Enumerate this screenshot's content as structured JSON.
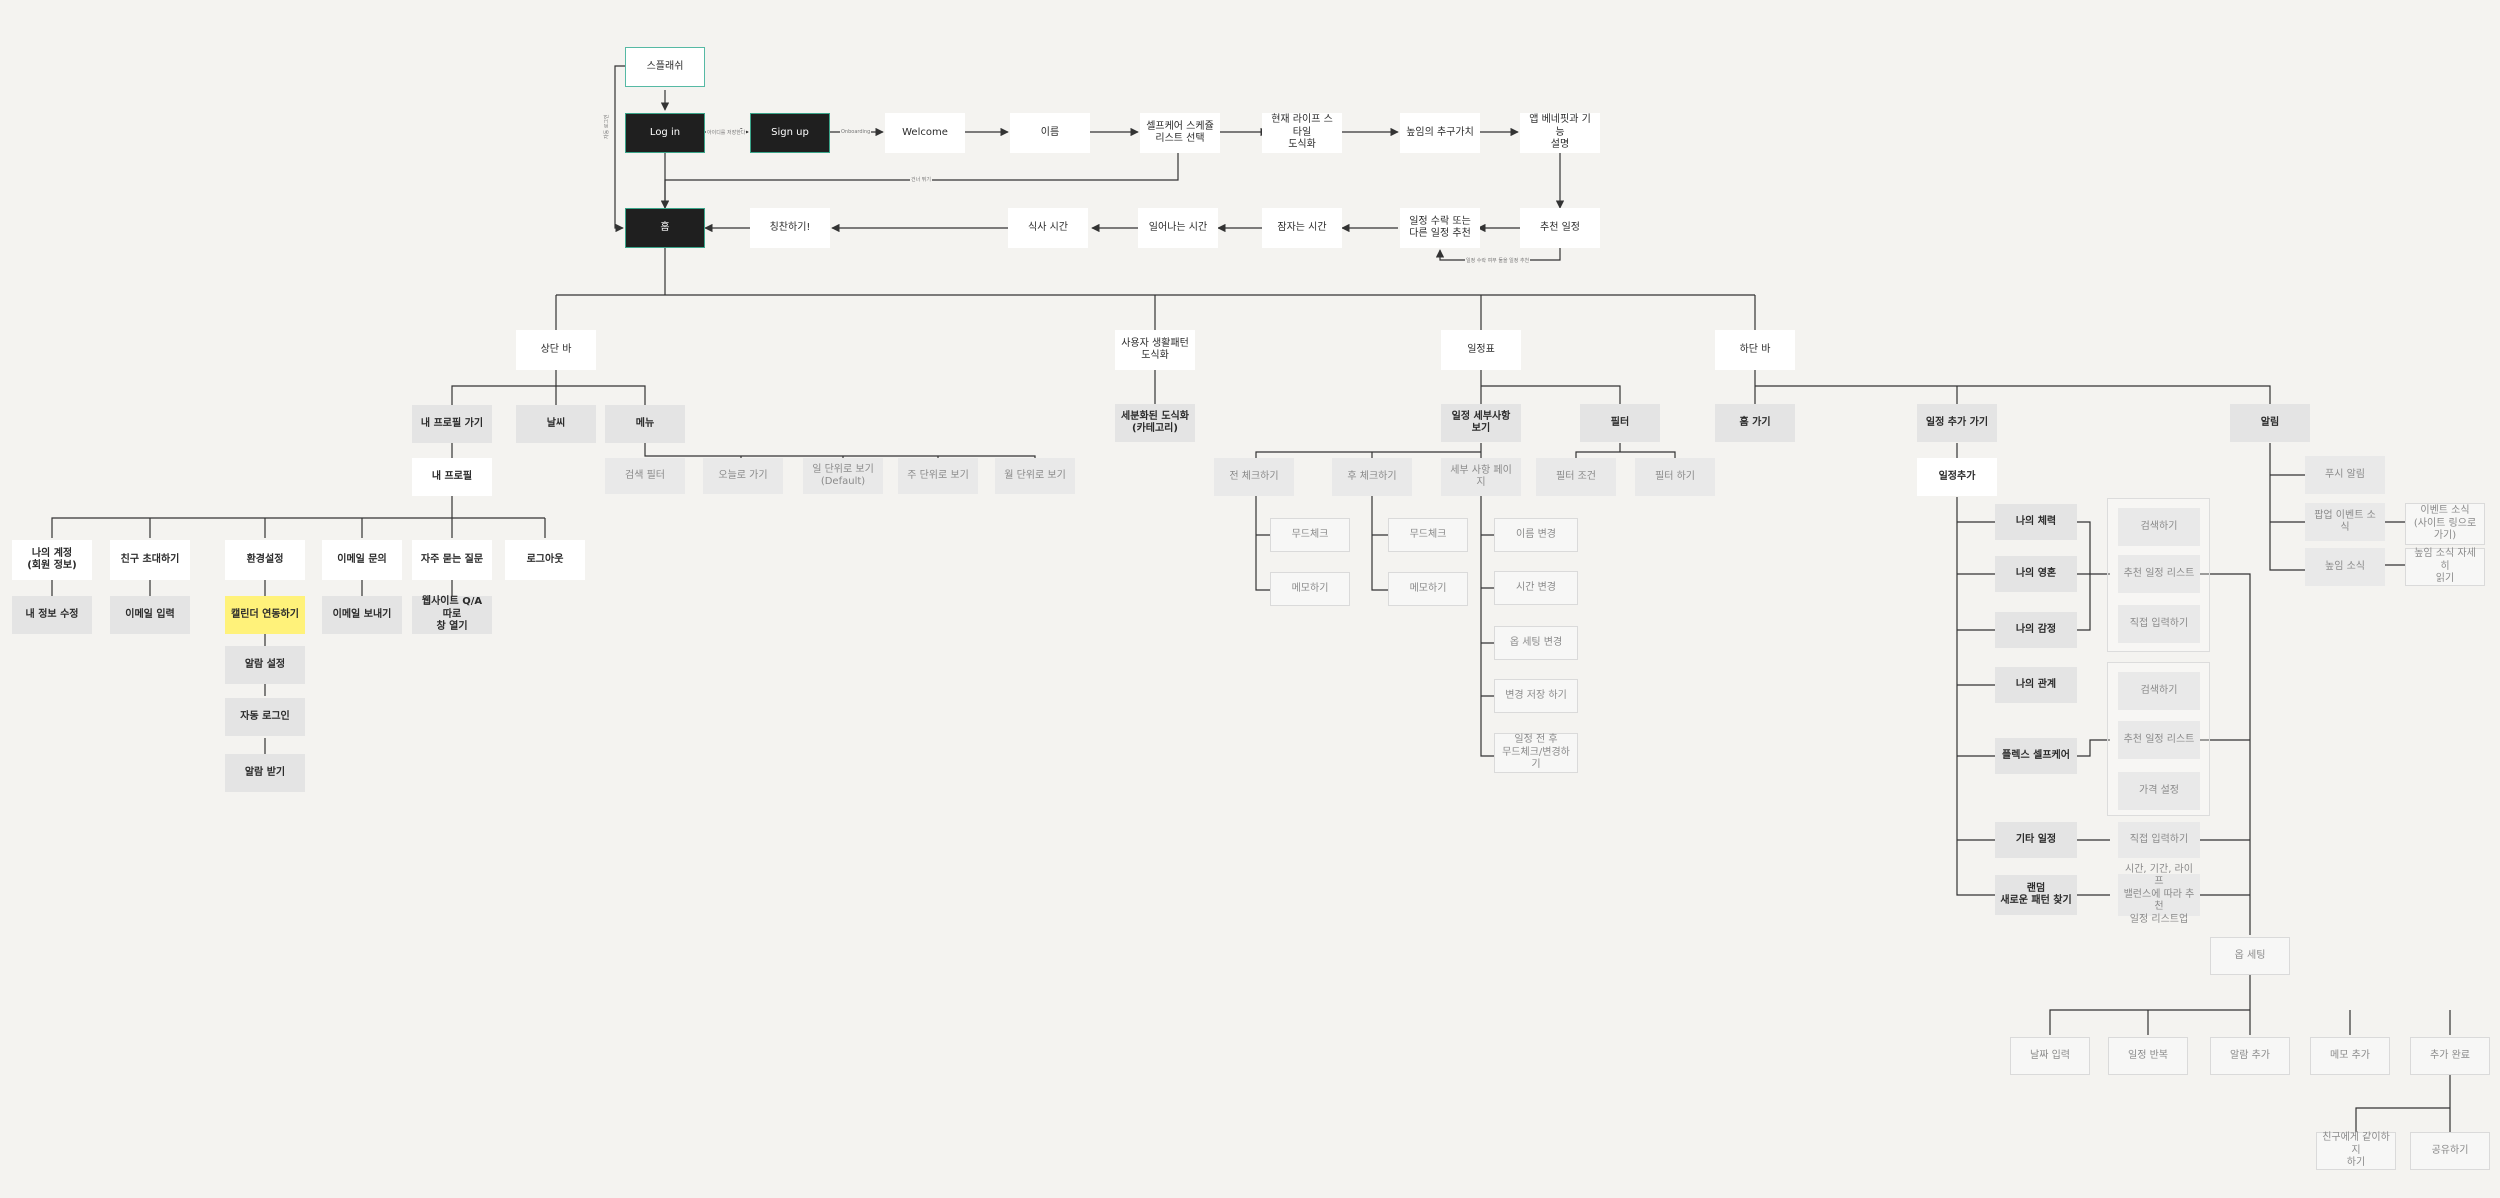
{
  "nodes": {
    "splash": "스플래쉬",
    "login": "Log in",
    "signup": "Sign up",
    "welcome": "Welcome",
    "name": "이름",
    "selfcare_select": "셀프케어 스케쥴\n리스트 선택",
    "lifestyle_viz": "현재 라이프 스타일\n도식화",
    "benefit_value": "높임의 추구가치",
    "app_benefit": "앱 베네핏과 기능\n설명",
    "home": "홈",
    "praise": "칭찬하기!",
    "meal_time": "식사 시간",
    "wake_time": "일어나는 시간",
    "sleep_time": "잠자는 시간",
    "schedule_edit": "일정 수락 또는\n다른 일정 추천",
    "recommend": "추천 일정",
    "top_bar": "상단 바",
    "lifestyle_pattern": "사용자 생활패턴\n도식화",
    "schedule": "일정표",
    "bottom_bar": "하단 바",
    "my_profile_go": "내 프로필 가기",
    "weather": "날씨",
    "menu": "메뉴",
    "detail_viz": "세분화된 도식화\n(카테고리)",
    "schedule_detail": "일정 세부사항 보기",
    "filter": "필터",
    "home_go": "홈 가기",
    "add_schedule_go": "일정 추가 가기",
    "notify": "알림",
    "my_profile": "내 프로필",
    "check_filter": "검색 필터",
    "today_go": "오늘로 가기",
    "week_view": "일 단위로 보기\n(Default)",
    "week_unit": "주 단위로 보기",
    "month_unit": "월 단위로 보기",
    "pre_check": "전 체크하기",
    "post_check": "후 체크하기",
    "detail_page": "세부 사항 페이지",
    "filter_cond": "필터 조건",
    "filter_do": "필터 하기",
    "add_schedule": "일정추가",
    "my_account": "나의 계정\n(회원 정보)",
    "invite_friend": "친구 초대하기",
    "env_settings": "환경설정",
    "email_inquiry": "이메일 문의",
    "faq": "자주 묻는 질문",
    "logout": "로그아웃",
    "edit_info": "내 정보 수정",
    "email_input": "이메일 입력",
    "calendar_link": "캘린더 연동하기",
    "email_send": "이메일 보내기",
    "website_qa": "웹사이트 Q/A 따로\n창 열기",
    "alarm_settings": "알람 설정",
    "auto_login": "자동 로그인",
    "alarm_receive": "알람 받기",
    "mood_check1": "무드체크",
    "memo1": "메모하기",
    "mood_check2": "무드체크",
    "memo2": "메모하기",
    "rename": "이름 변경",
    "time_change": "시간 변경",
    "set_change": "옵 세팅 변경",
    "change_save": "변경 저장 하기",
    "mood_pre_post": "일정 전 후\n무드체크/변경하기",
    "my_body": "나의 체력",
    "my_soul": "나의 영혼",
    "my_emotion": "나의 감정",
    "my_relation": "나의 관계",
    "flex_selfcare": "플렉스 셀프케어",
    "other_schedule": "기타 일정",
    "random_find": "랜덤\n새로운 패턴 찾기",
    "search1": "검색하기",
    "recommend_list1": "추천 일정 리스트",
    "direct_input1": "직접 입력하기",
    "search2": "검색하기",
    "recommend_list2": "추천 일정 리스트",
    "price_set": "가격 설정",
    "direct_input2": "직접 입력하기",
    "random_list": "시간, 기간, 라이프\n밸런스에 따라 추천\n일정 리스트업",
    "push_notify": "푸시 알림",
    "popup_event": "팝업 이벤트 소식",
    "high_news": "높임 소식",
    "event_news": "이벤트 소식\n(사이트 링으로\n가기)",
    "high_detail": "높임 소식 자세히\n읽기",
    "opt_setting": "옵 세팅",
    "date_input": "날짜 입력",
    "repeat": "일정 반복",
    "alarm_add": "알람 추가",
    "memo_add": "메모 추가",
    "add_done": "추가 완료",
    "share_friend": "친구에게 같이하지\n하기",
    "share": "공유하기"
  },
  "edge_labels": {
    "login_signup": "아이디를 저장한다",
    "onboarding": "Onboarding",
    "login_loop": "자동 로그인",
    "skip": "건너 뛰기",
    "recommend_loop": "일정 수락 여부 둘을 일정 추천"
  }
}
